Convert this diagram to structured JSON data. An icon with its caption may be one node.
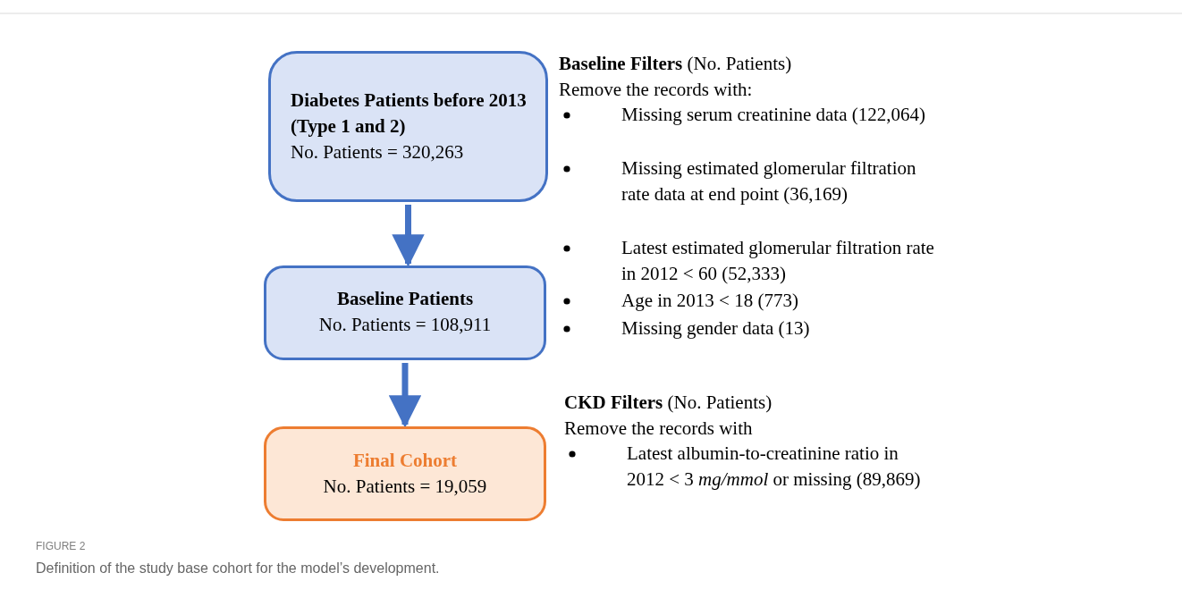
{
  "diagram": {
    "title": "FIGURE 2",
    "caption": "Definition of the study base cohort for the model’s development.",
    "nodes": [
      {
        "text": [
          "Diabetes Patients before 2013 (Type 1 and 2)",
          "No. Patients = 320,263"
        ]
      },
      {
        "text": [
          "Baseline Patients",
          "No. Patients = 108,911"
        ]
      },
      {
        "text": [
          "Final Cohort",
          "No. Patients = 19,059"
        ]
      }
    ],
    "edges": [
      {
        "from": 0,
        "to": 1,
        "arrow": "to"
      },
      {
        "from": 1,
        "to": 2,
        "arrow": "to"
      }
    ],
    "labels": [
      "**Baseline Filters** (No. Patients)",
      "Remove the records with:",
      "Missing serum creatinine data (122,064)",
      "Missing estimated glomerular filtration rate data at end point (36,169)",
      "Latest estimated glomerular filtration rate in 2012 < 60 (52,333)",
      "Age in 2013 < 18 (773)",
      "Missing gender data (13)",
      "**CKD Filters** (No. Patients)",
      "Remove the records with",
      "Latest albumin-to-creatinine ratio in 2012 < 3 *mg/mmol* or missing (89,869)"
    ]
  }
}
